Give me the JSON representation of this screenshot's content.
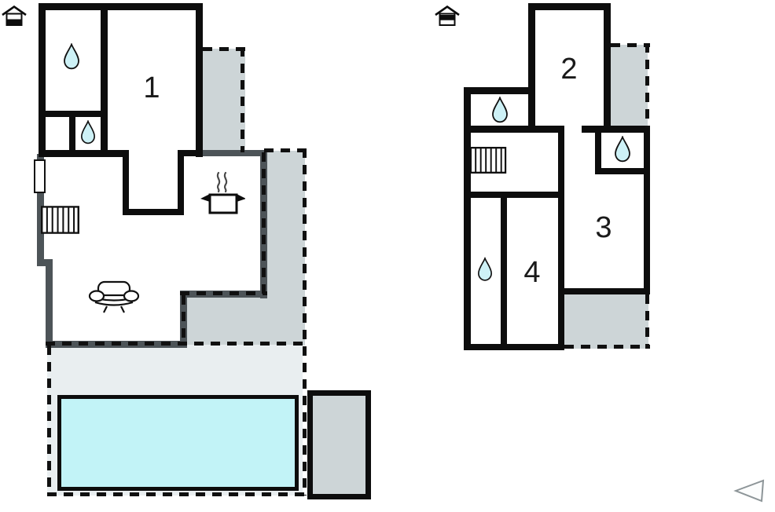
{
  "plans": {
    "ground": {
      "marker_icon": "house-ground-floor",
      "rooms": [
        {
          "number": "1"
        }
      ]
    },
    "upper": {
      "marker_icon": "house-upper-floor",
      "rooms": [
        {
          "number": "2"
        },
        {
          "number": "3"
        },
        {
          "number": "4"
        }
      ]
    }
  },
  "icons": {
    "ground_floor_marker": "house-with-lower-half-filled",
    "upper_floor_marker": "house-with-upper-half-filled",
    "bathroom": "water-drop",
    "kitchen": "pot-with-steam",
    "living_room": "sofa",
    "stairs": "staircase-treads",
    "compass": "left-pointing-triangle-outline"
  },
  "colors": {
    "wall": "#0d0d0d",
    "outer_wall": "#4d5458",
    "terrace": "#cdd5d7",
    "pool_deck": "#e9eef0",
    "pool_water": "#c2f3f7",
    "water_drop": "#cdf1f6",
    "compass_stroke": "#8d9598"
  }
}
